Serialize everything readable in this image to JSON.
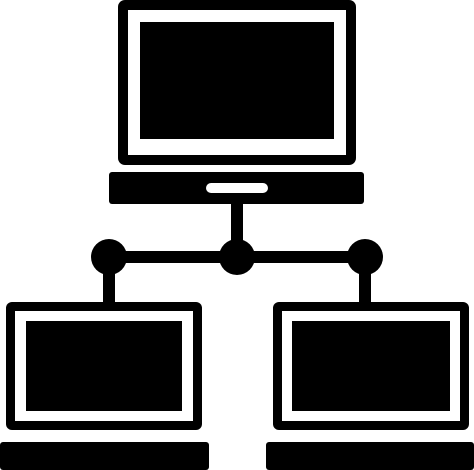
{
  "icon": {
    "name": "network-icon",
    "description_visible": "",
    "colors": {
      "ink": "#000000",
      "background": "#ffffff"
    },
    "parts": [
      "laptop-top",
      "laptop-bottom-left",
      "laptop-bottom-right",
      "network-hub",
      "network-connectors"
    ]
  }
}
